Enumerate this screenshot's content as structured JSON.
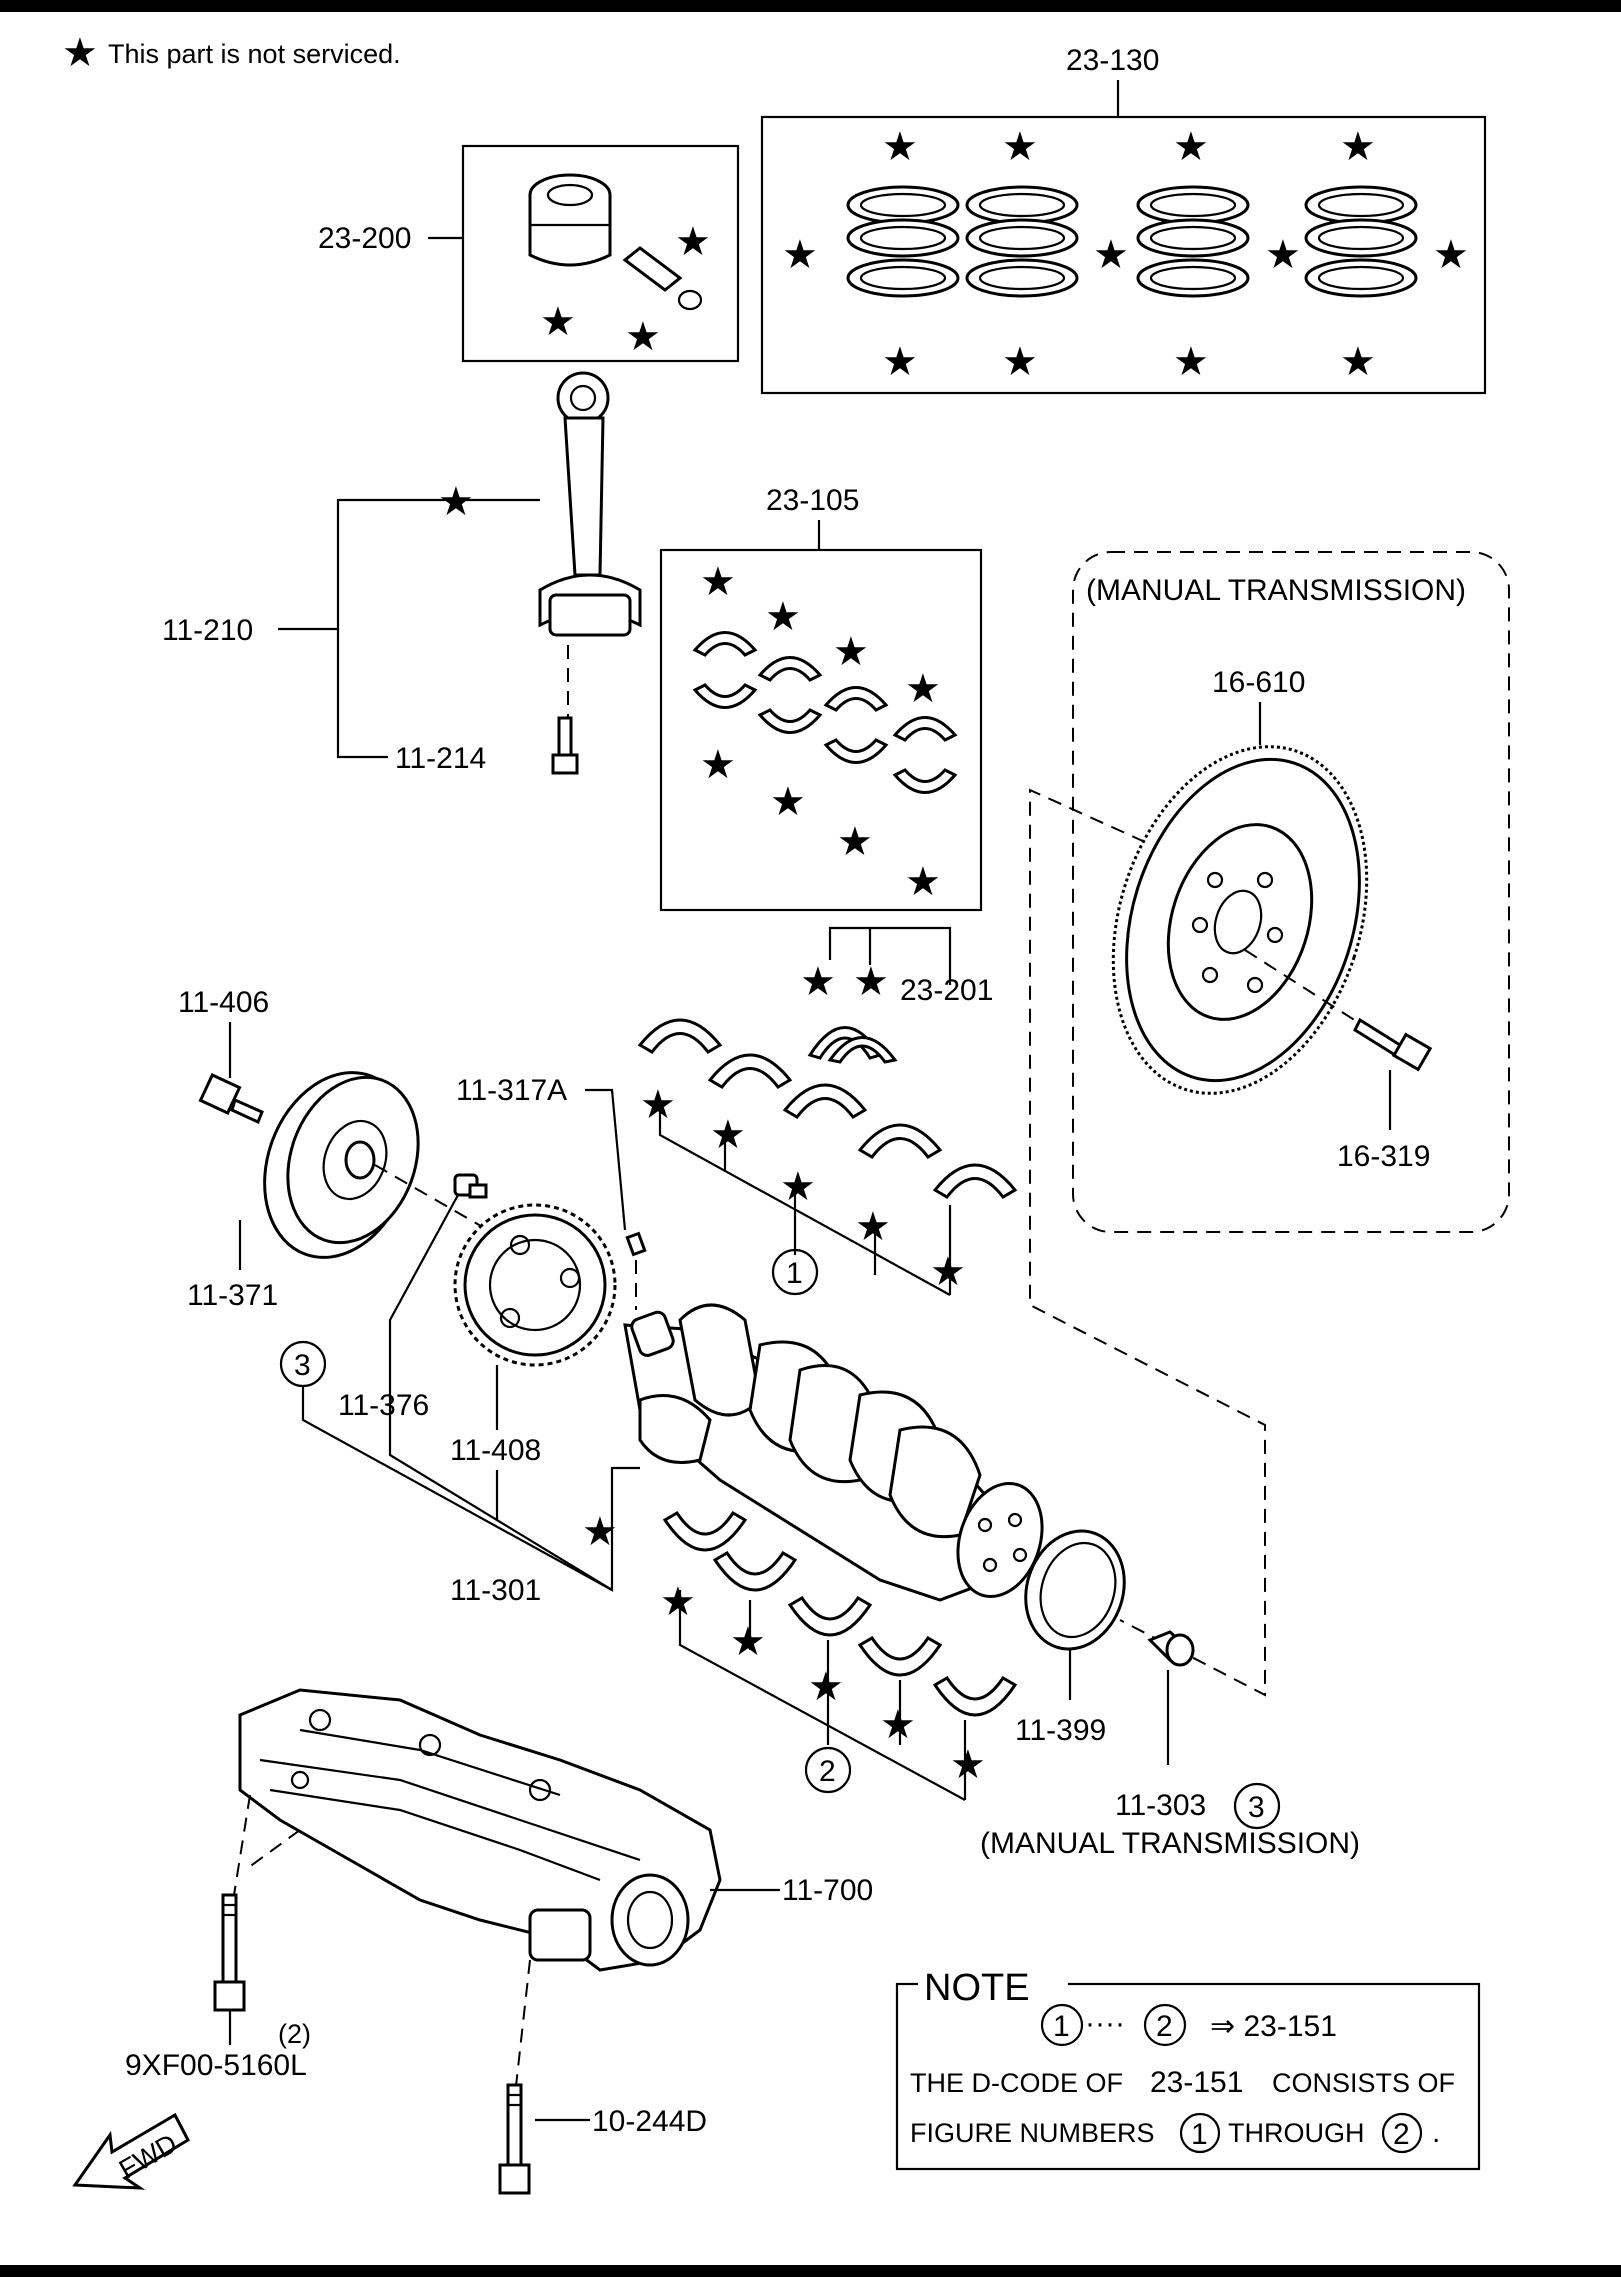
{
  "legend": {
    "star_glyph": "★",
    "text": "This part is not serviced."
  },
  "labels": {
    "p23_130": "23-130",
    "p23_200": "23-200",
    "p23_105": "23-105",
    "p11_210": "11-210",
    "p11_214": "11-214",
    "manual_trans_1": "(MANUAL TRANSMISSION)",
    "p16_610": "16-610",
    "p16_319": "16-319",
    "p23_201": "23-201",
    "p11_406": "11-406",
    "p11_317a": "11-317A",
    "p11_371": "11-371",
    "p11_376": "11-376",
    "p11_408": "11-408",
    "p11_301": "11-301",
    "p11_399": "11-399",
    "p11_303": "11-303",
    "manual_trans_2": "(MANUAL TRANSMISSION)",
    "p11_700": "11-700",
    "qty_2": "(2)",
    "p9xf00": "9XF00-5160L",
    "p10_244d": "10-244D",
    "circle_1": "1",
    "circle_2": "2",
    "circle_3": "3",
    "fwd": "FWD"
  },
  "note": {
    "title": "NOTE",
    "line1_from": "1",
    "line1_dots": "····",
    "line1_to": "2",
    "line1_arrow": "⇒ 23-151",
    "line2_a": "THE D-CODE OF",
    "line2_b": "23-151",
    "line2_c": "CONSISTS OF",
    "line3_a": "FIGURE NUMBERS",
    "line3_n1": "1",
    "line3_b": "THROUGH",
    "line3_n2": "2",
    "line3_end": "."
  }
}
